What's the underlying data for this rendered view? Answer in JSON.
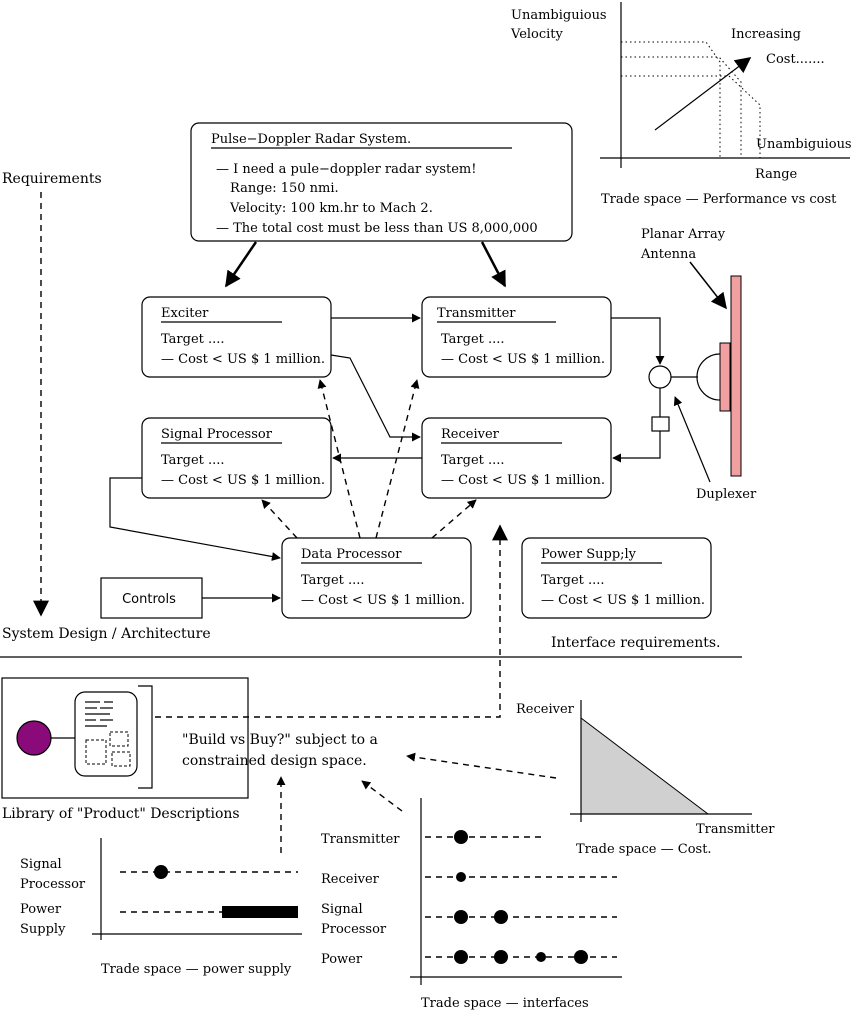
{
  "labels": {
    "requirements": "Requirements",
    "system_design": "System Design / Architecture",
    "interface_requirements": "Interface requirements.",
    "library": "Library of \"Product\" Descriptions",
    "build_vs_buy_1": "\"Build vs Buy?\" subject to a",
    "build_vs_buy_2": "constrained design space.",
    "planar_array_1": "Planar Array",
    "planar_array_2": "Antenna",
    "duplexer": "Duplexer",
    "controls": "Controls"
  },
  "top_box": {
    "title": "Pulse−Doppler Radar System.",
    "line1": "— I need a pule−doppler radar system!",
    "line2": "Range: 150 nmi.",
    "line3": "Velocity:  100 km.hr to Mach 2.",
    "line4": "— The total cost must be less than US 8,000,000"
  },
  "components": {
    "exciter": {
      "title": "Exciter",
      "target": "Target ....",
      "cost": "— Cost < US $ 1 million."
    },
    "transmitter": {
      "title": "Transmitter",
      "target": "Target ....",
      "cost": "— Cost < US $ 1 million."
    },
    "signal_processor": {
      "title": "Signal Processor",
      "target": "Target ....",
      "cost": "— Cost < US $ 1 million."
    },
    "receiver": {
      "title": "Receiver",
      "target": "Target ....",
      "cost": "— Cost < US $ 1 million."
    },
    "data_processor": {
      "title": "Data Processor",
      "target": "Target ....",
      "cost": "— Cost < US $ 1 million."
    },
    "power_supply": {
      "title": "Power Supp;ly",
      "target": "Target ....",
      "cost": "— Cost < US $ 1 million."
    }
  },
  "perf_chart": {
    "ylabel_1": "Unambiguious",
    "ylabel_2": "Velocity",
    "xlabel_1": "Unambiguious",
    "xlabel_2": "Range",
    "increasing_1": "Increasing",
    "increasing_2": "Cost.......",
    "caption": "Trade space — Performance vs cost"
  },
  "cost_chart": {
    "ylabel": "Receiver",
    "xlabel": "Transmitter",
    "caption": "Trade space — Cost."
  },
  "power_chart": {
    "row1_1": "Signal",
    "row1_2": "Processor",
    "row2_1": "Power",
    "row2_2": "Supply",
    "caption": "Trade space — power supply"
  },
  "interface_chart": {
    "row1": "Transmitter",
    "row2": "Receiver",
    "row3_1": "Signal",
    "row3_2": "Processor",
    "row4": "Power",
    "caption": "Trade space — interfaces"
  },
  "colors": {
    "antenna": "#f0a0a0",
    "library_circle": "#8b0a7a",
    "cost_region": "#d0d0d0"
  }
}
